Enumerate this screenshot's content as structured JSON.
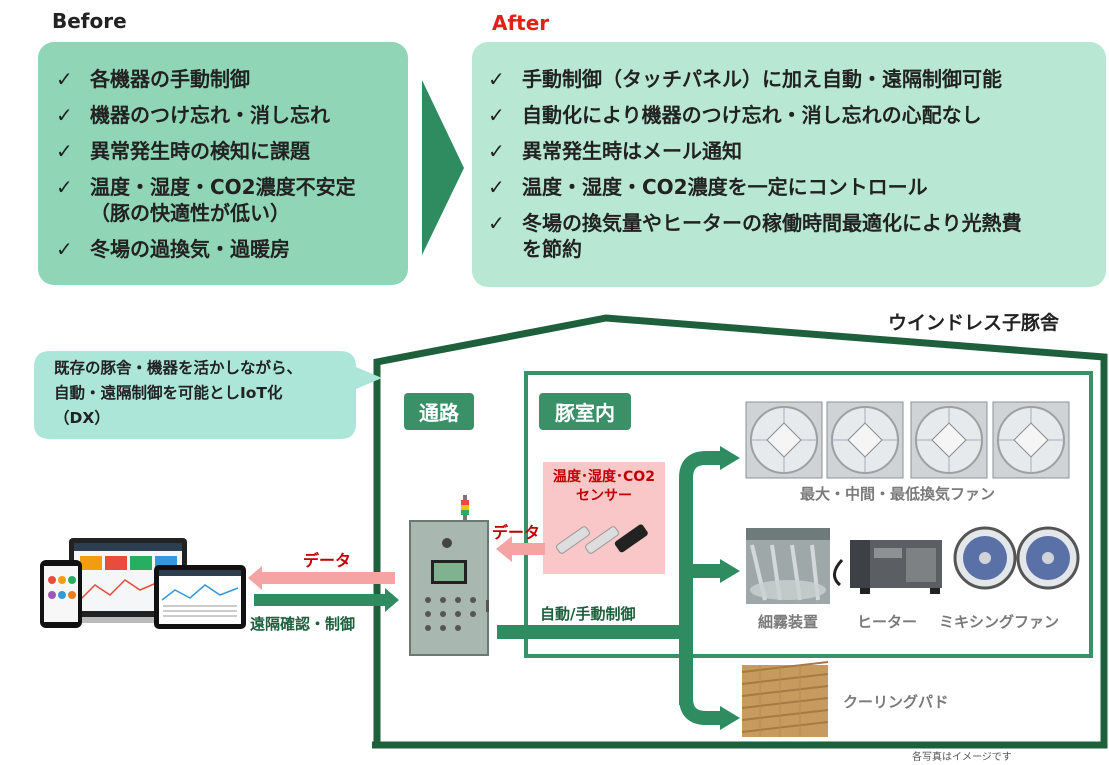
{
  "before": {
    "title": "Before",
    "items": [
      "各機器の手動制御",
      "機器のつけ忘れ・消し忘れ",
      "異常発生時の検知に課題",
      "温度・湿度・CO2濃度不安定\n（豚の快適性が低い）",
      "冬場の過換気・過暖房"
    ]
  },
  "after": {
    "title": "After",
    "items": [
      "手動制御（タッチパネル）に加え自動・遠隔制御可能",
      "自動化により機器のつけ忘れ・消し忘れの心配なし",
      "異常発生時はメール通知",
      "温度・湿度・CO2濃度を一定にコントロール",
      "冬場の換気量やヒーターの稼働時間最適化により光熱費\nを節約"
    ]
  },
  "check_mark": "✓",
  "diagram": {
    "building_title": "ウインドレス子豚舎",
    "callout": "既存の豚舎・機器を活かしながら、\n自動・遠隔制御を可能としIoT化\n（DX）",
    "corridor_label": "通路",
    "room_label": "豚室内",
    "sensor_label": "温度･湿度･CO2\nセンサー",
    "data_label_left": "データ",
    "data_label_sensor": "データ",
    "remote_label": "遠隔確認・制御",
    "control_label": "自動/手動制御",
    "fans_label": "最大・中間・最低換気ファン",
    "mist_label": "細霧装置",
    "heater_label": "ヒーター",
    "mixing_fan_label": "ミキシングファン",
    "cooling_pad_label": "クーリングパド",
    "footnote": "各写真はイメージです"
  },
  "colors": {
    "before_panel": "#8fd5b6",
    "after_panel": "#b8e8d4",
    "after_title": "#e0201b",
    "dark_green": "#1e5f3c",
    "flow_green": "#2f8c61",
    "callout": "#abe6d9",
    "data_arrow": "#f5a3a3",
    "data_text": "#c00000",
    "sensor_box": "#f9c7c7"
  }
}
